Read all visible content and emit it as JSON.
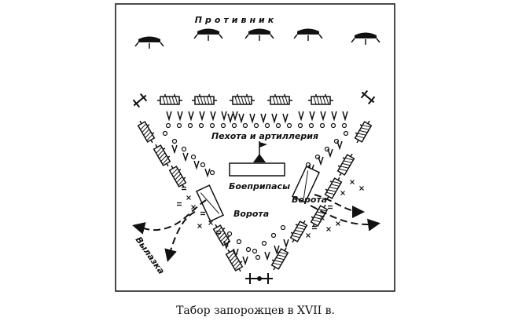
{
  "labels": {
    "enemy": "Противник",
    "infantry": "Пехота и артиллерия",
    "ammo": "Боеприпасы",
    "gate_right": "Ворота",
    "gate_left": "Ворота",
    "sortie": "Вылазка"
  },
  "caption": "Табор запорожцев в XVII в.",
  "colors": {
    "ink": "#111111",
    "paper": "#ffffff"
  },
  "icons": {
    "cannon": "cannon-icon",
    "wagon": "wagon-icon",
    "pike": "pike-icon",
    "soldier": "soldier-icon",
    "banner": "banner-icon",
    "enemy_unit": "enemy-unit-icon"
  }
}
